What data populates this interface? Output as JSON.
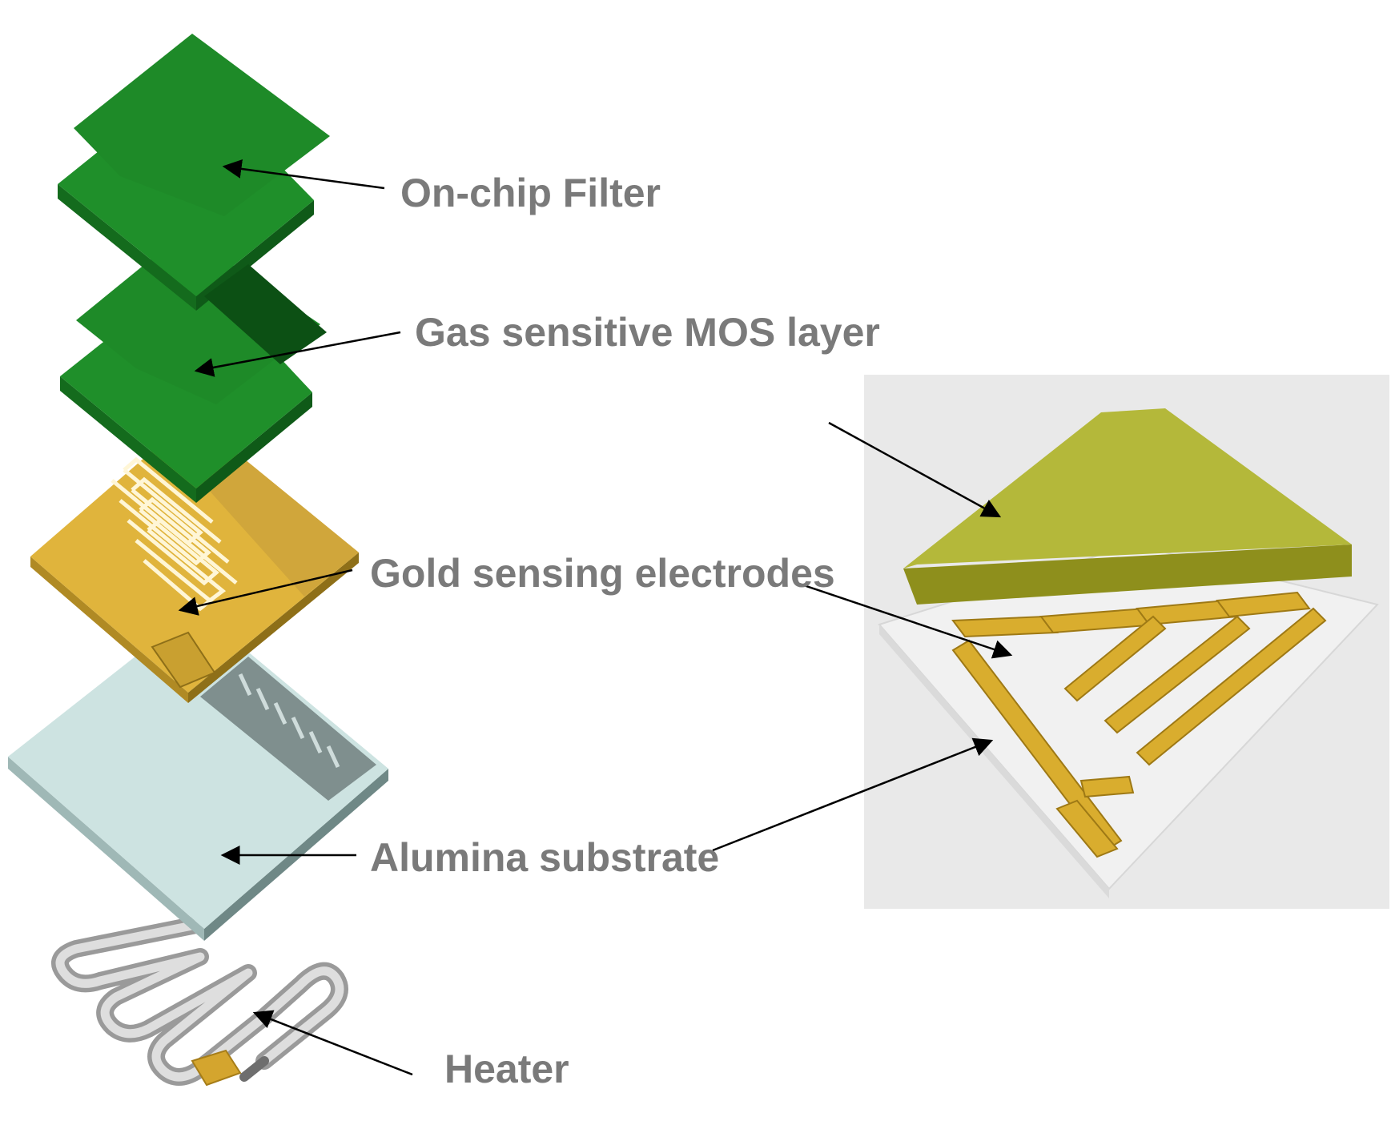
{
  "labels": {
    "filter": "On-chip Filter",
    "mos": "Gas sensitive MOS layer",
    "electrodes": "Gold sensing electrodes",
    "substrate": "Alumina substrate",
    "heater": "Heater"
  },
  "colors": {
    "filter_green": "#1f8f2a",
    "gold": "#e0b43c",
    "alumina": "#cde3e1",
    "heater_trace": "#bcbcbc",
    "mos_olive": "#b4b83a",
    "inset_bg": "#e9e9e9",
    "label_text": "#7a7a7a"
  }
}
